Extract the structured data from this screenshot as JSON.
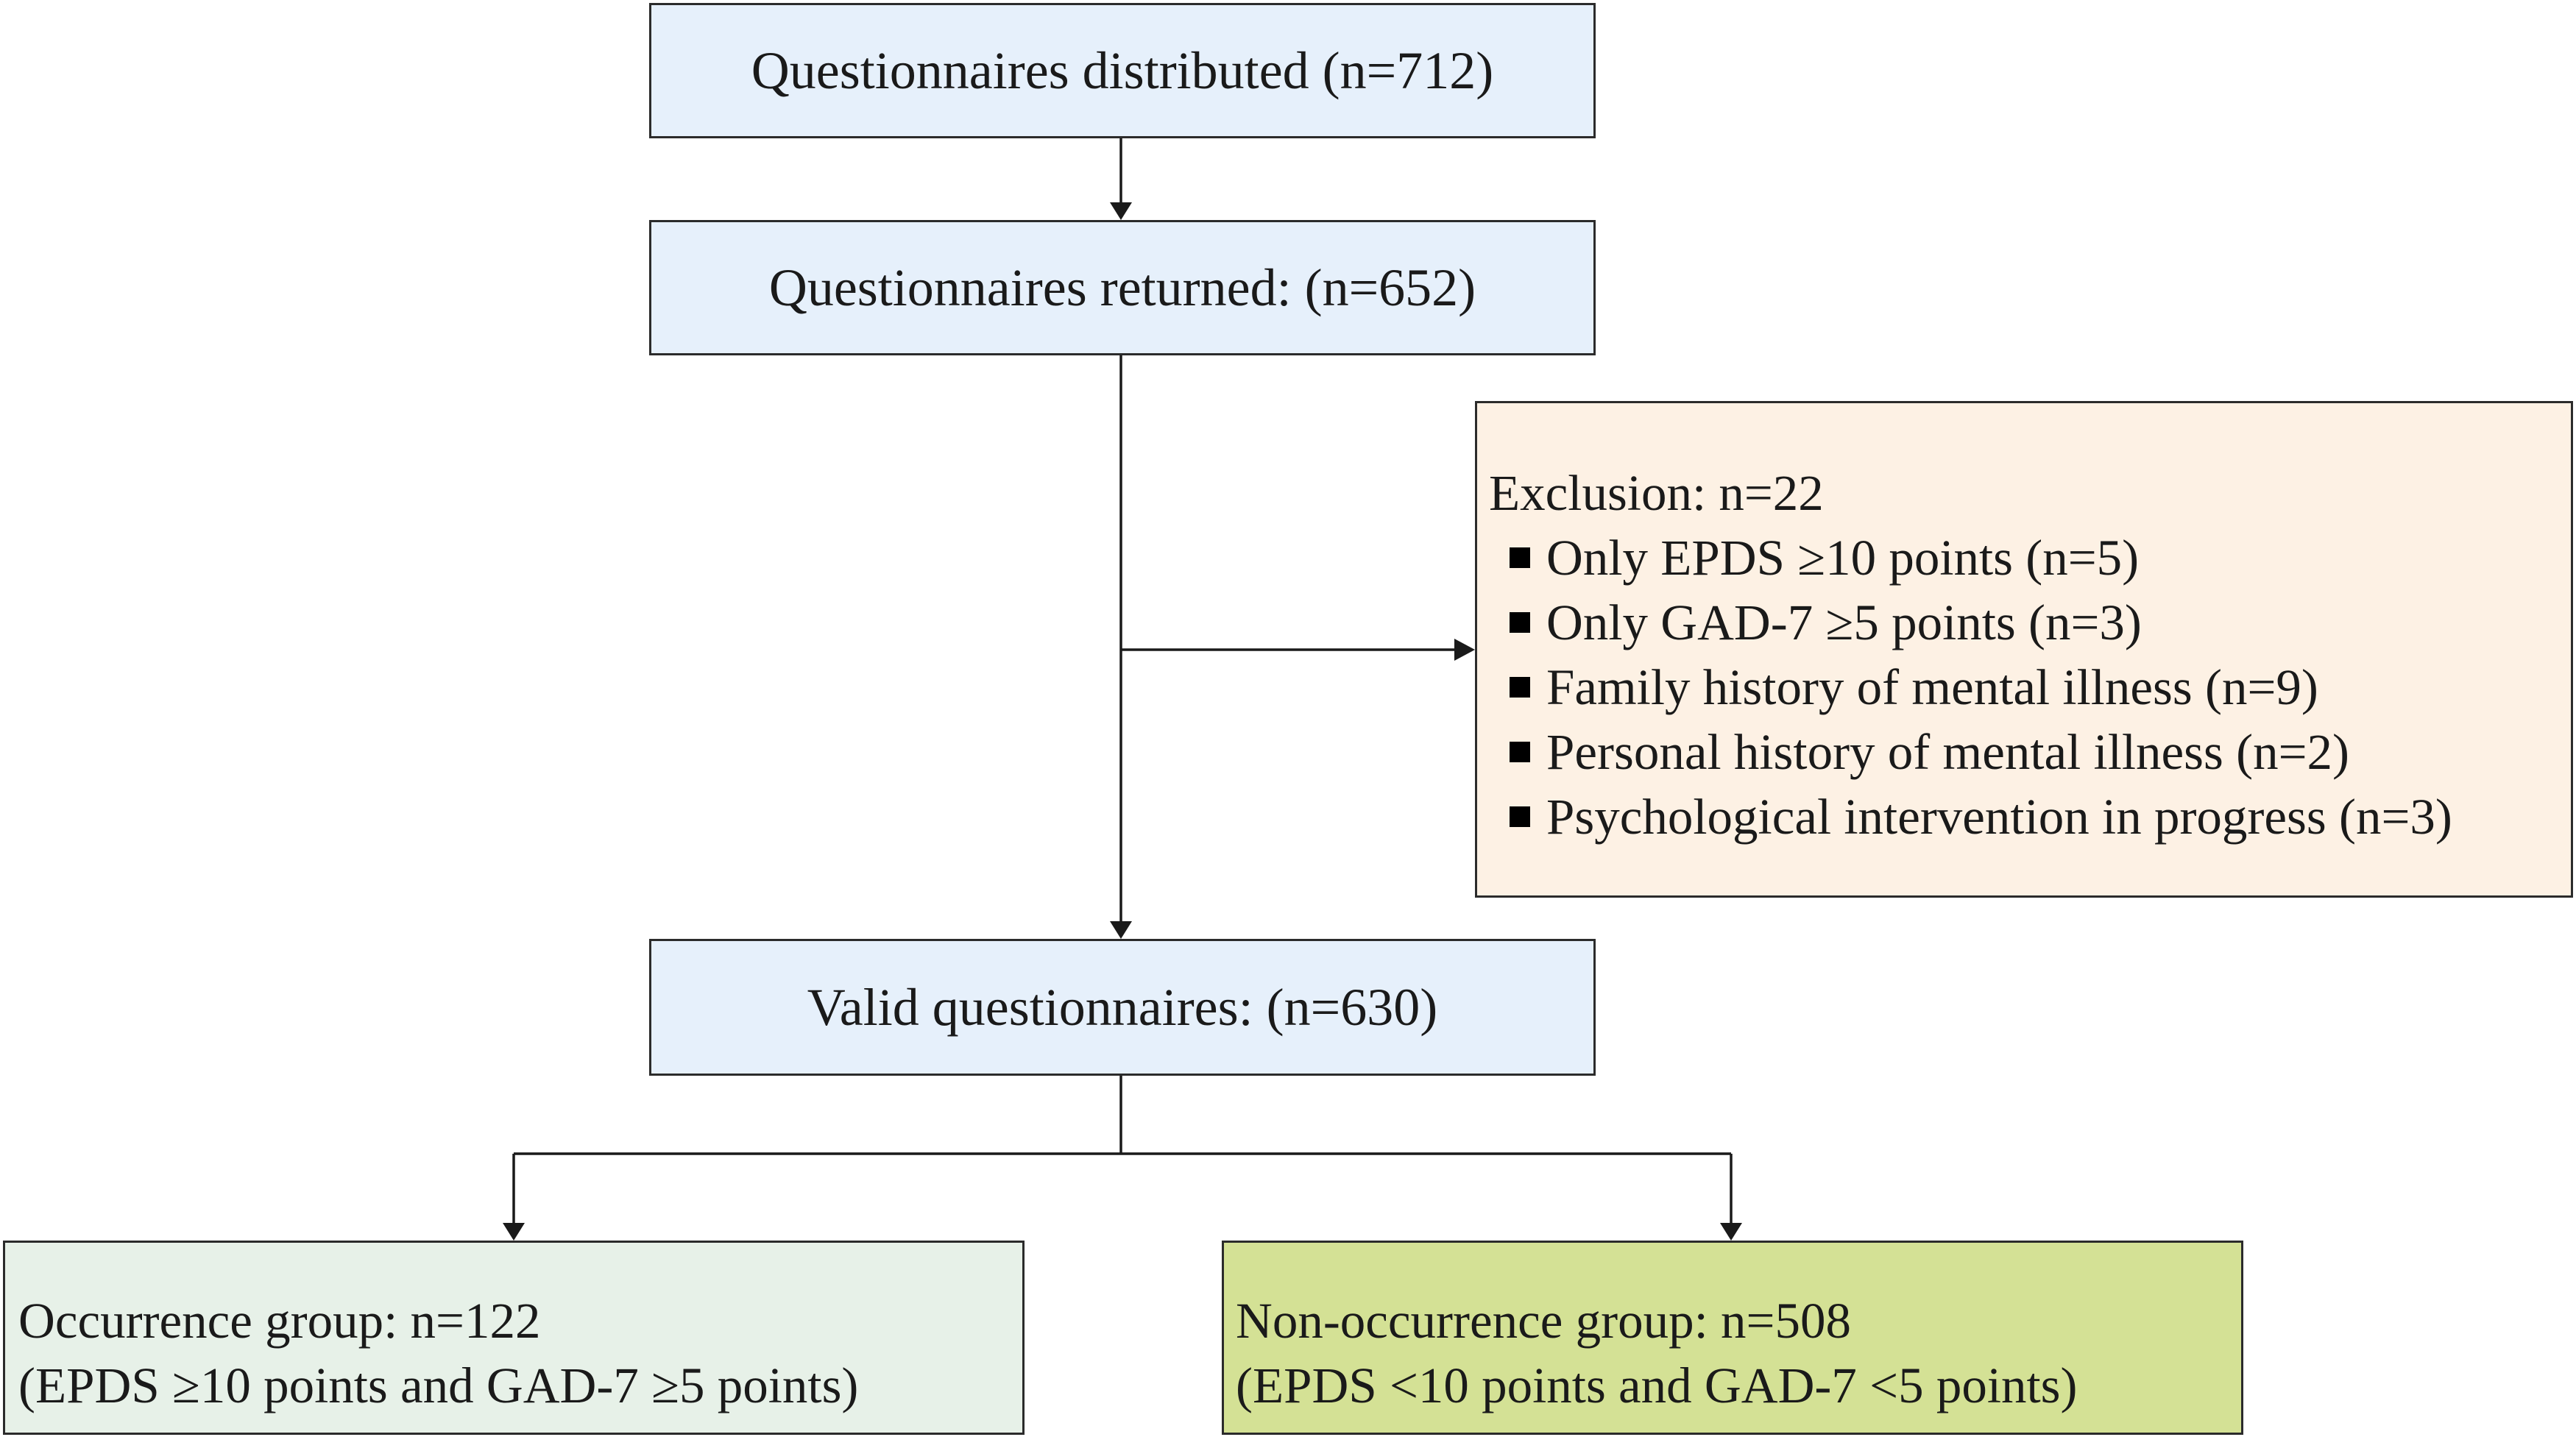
{
  "distributed": {
    "text": "Questionnaires distributed (n=712)"
  },
  "returned": {
    "text": "Questionnaires returned: (n=652)"
  },
  "exclusion": {
    "title": "Exclusion: n=22",
    "items": [
      "Only EPDS ≥10 points (n=5)",
      "Only GAD-7 ≥5 points (n=3)",
      "Family history of mental illness (n=9)",
      "Personal history of mental illness (n=2)",
      "Psychological intervention in progress (n=3)"
    ]
  },
  "valid": {
    "text": "Valid questionnaires: (n=630)"
  },
  "occurrence": {
    "line1": "Occurrence group: n=122",
    "line2": "(EPDS ≥10 points and GAD-7 ≥5 points)"
  },
  "nonoccurrence": {
    "line1": "Non-occurrence group: n=508",
    "line2": "(EPDS <10 points and GAD-7 <5 points)"
  },
  "colors": {
    "blue_box": "#e6f0fb",
    "exclusion_box": "#fdf1e4",
    "occurrence_box": "#e7f1e8",
    "nonoccurrence_box": "#d4e195",
    "border": "#2b2b2b"
  }
}
